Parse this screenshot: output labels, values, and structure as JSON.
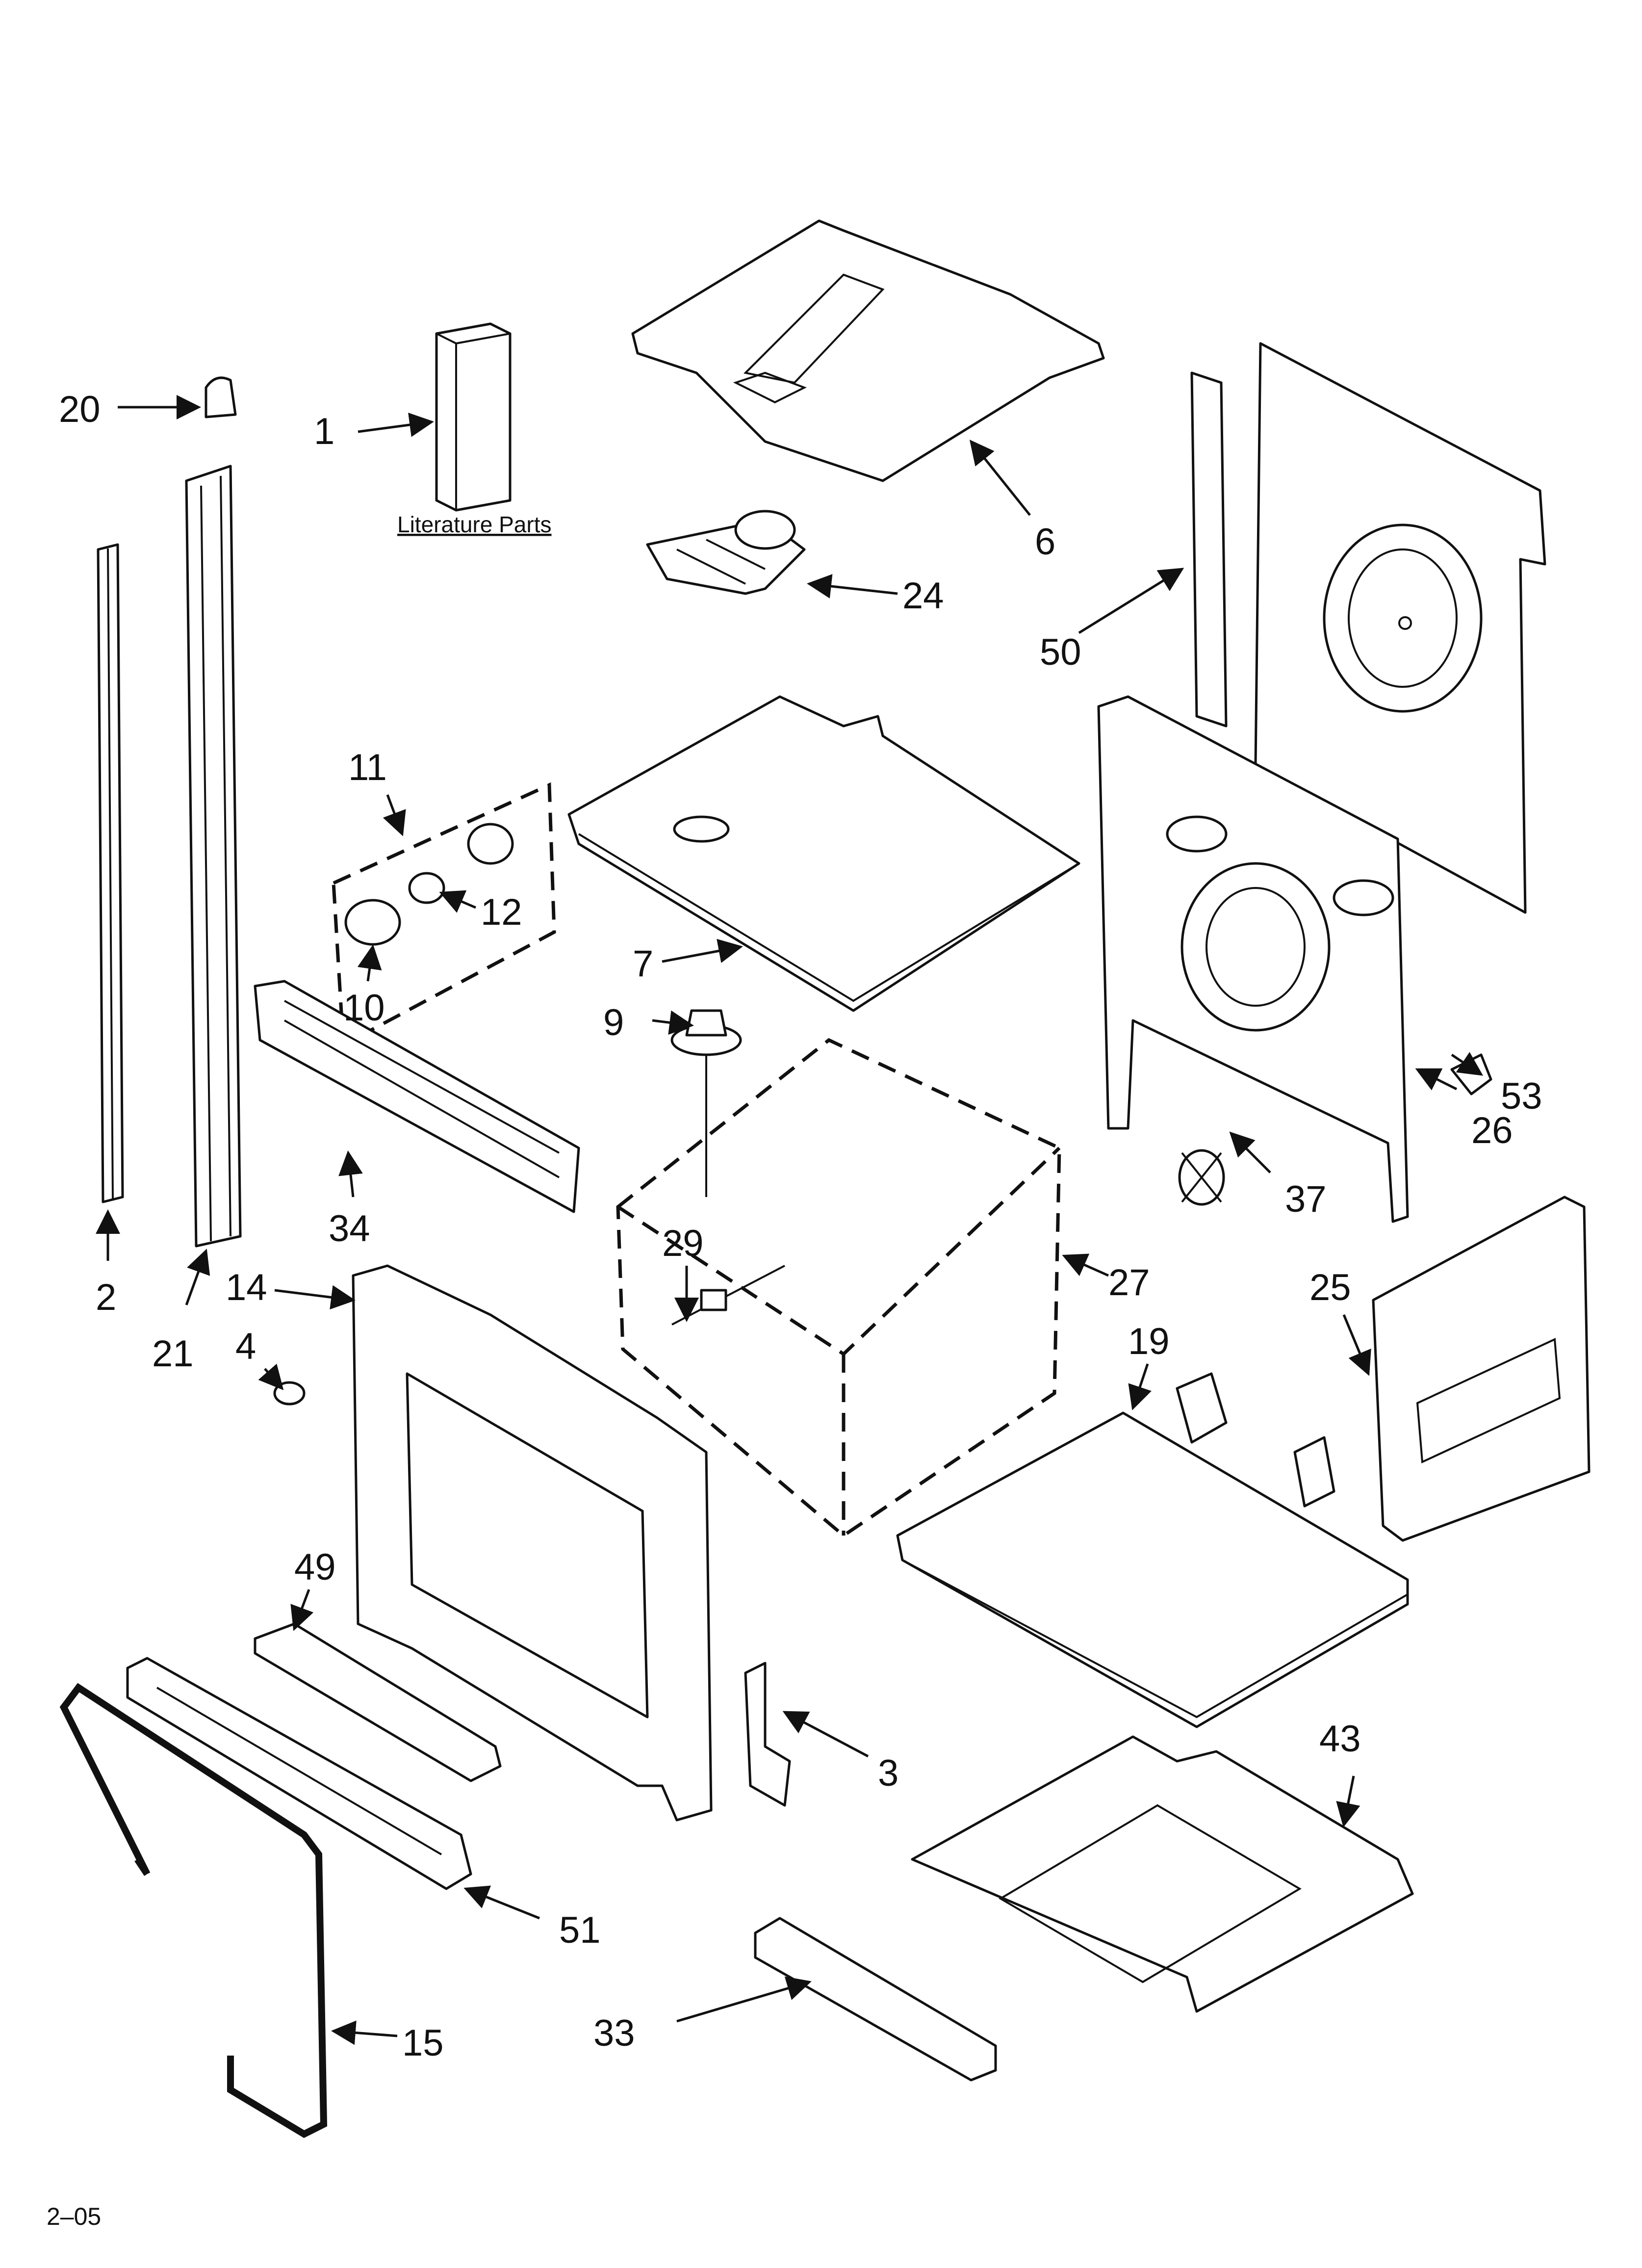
{
  "diagram": {
    "literature_caption": "Literature Parts",
    "revision": "2–05",
    "callouts": {
      "p1": "1",
      "p2": "2",
      "p3": "3",
      "p4": "4",
      "p6": "6",
      "p7": "7",
      "p9": "9",
      "p10": "10",
      "p11": "11",
      "p12": "12",
      "p14": "14",
      "p15": "15",
      "p19": "19",
      "p20": "20",
      "p21": "21",
      "p24": "24",
      "p25": "25",
      "p26": "26",
      "p27": "27",
      "p29": "29",
      "p33": "33",
      "p34": "34",
      "p37": "37",
      "p43": "43",
      "p49": "49",
      "p50": "50",
      "p51": "51",
      "p53": "53"
    }
  }
}
